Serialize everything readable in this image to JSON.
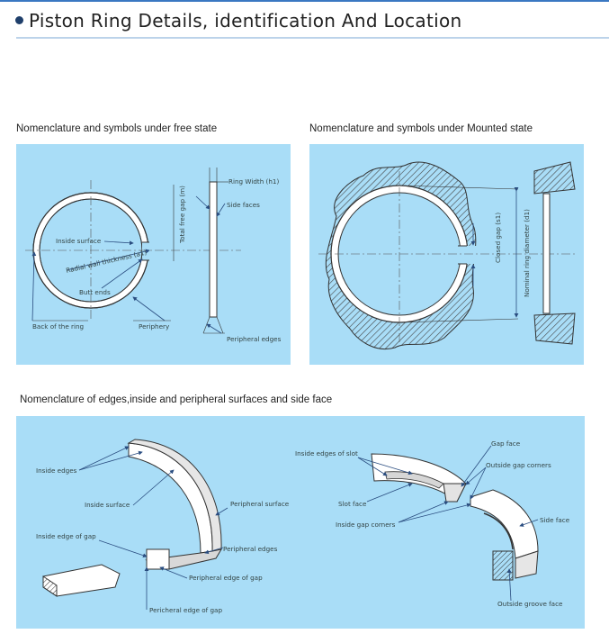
{
  "header": {
    "title": "Piston Ring Details, identification And Location"
  },
  "captions": {
    "free_state": "Nomenclature and symbols under free state",
    "mounted_state": "Nomenclature and symbols under Mounted state",
    "edges": "Nomenclature of edges,inside and peripheral surfaces and side face"
  },
  "free_state_labels": {
    "ring_width": "Ring Width (h1)",
    "side_faces": "Side faces",
    "total_free_gap": "Total free gap (m)",
    "inside_surface": "Inside surface",
    "radial_wall_thickness": "Radial wall thickness (a1)",
    "butt_ends": "Butt ends",
    "back_of_ring": "Back of the ring",
    "periphery": "Periphery",
    "peripheral_edges": "Peripheral edges"
  },
  "mounted_state_labels": {
    "closed_gap": "Closed gap (s1)",
    "nominal_ring_diameter": "Nominal ring diameter (d1)"
  },
  "edges_labels": {
    "inside_edges": "Inside edges",
    "inside_surface": "Inside surface",
    "peripheral_surface": "Peripheral surface",
    "inside_edge_of_gap": "Inside edge of gap",
    "peripheral_edges": "Peripheral edges",
    "peripheral_edge_of_gap": "Peripheral edge of gap",
    "pericheral_edge_of_gap": "Pericheral edge of gap",
    "inside_edges_of_slot": "Inside edges of slot",
    "gap_face": "Gap face",
    "outside_gap_corners": "Outside gap corners",
    "slot_face": "Slot face",
    "inside_gap_corners": "Inside gap corners",
    "side_face": "Side face",
    "outside_groove_face": "Outside groove face"
  },
  "colors": {
    "panel_bg": "#a9ddf7",
    "accent": "#3a78c2",
    "hatch": "#444444"
  }
}
